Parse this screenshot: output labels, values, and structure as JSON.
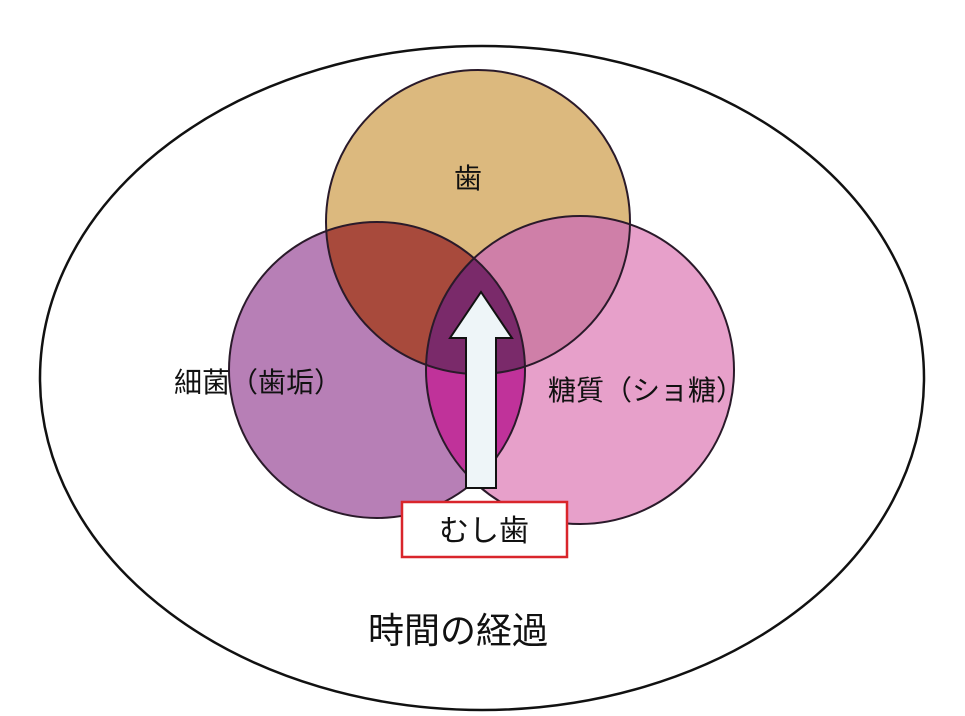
{
  "diagram": {
    "outer_label": "時間の経過",
    "circles": {
      "teeth": {
        "label": "歯",
        "color": "#dcb97e"
      },
      "bacteria": {
        "label": "細菌（歯垢）",
        "color": "#b77fb6"
      },
      "sugar": {
        "label": "糖質（ショ糖）",
        "color": "#e7a0ca"
      }
    },
    "overlaps": {
      "teeth_bacteria": "#a84a3c",
      "teeth_sugar": "#cf7fa8",
      "bacteria_sugar": "#c0329a",
      "center": "#7a2a6a"
    },
    "result_label": "むし歯",
    "result_box_color": "#d9252b",
    "arrow_color": "#eef5f8"
  }
}
